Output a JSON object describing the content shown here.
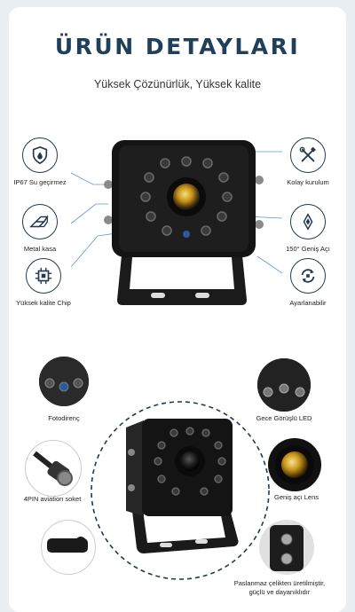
{
  "page": {
    "title": "ÜRÜN DETAYLARI",
    "subtitle": "Yüksek Çözünürlük, Yüksek kalite"
  },
  "features_left": [
    {
      "icon": "water-shield-icon",
      "label": "IP67 Su geçirmez"
    },
    {
      "icon": "metal-bars-icon",
      "label": "Metal kasa"
    },
    {
      "icon": "chip-icon",
      "label": "Yüksek kalite Chip"
    }
  ],
  "features_right": [
    {
      "icon": "tools-icon",
      "label": "Kolay kurulum"
    },
    {
      "icon": "angle-icon",
      "label": "150° Geniş Açı"
    },
    {
      "icon": "rotate-icon",
      "label": "Ayarlanabilir"
    }
  ],
  "detail_photos": [
    {
      "label": "Fotodirenç"
    },
    {
      "label": "Gece Görüşlü LED"
    },
    {
      "label": "4PIN aviation soket"
    },
    {
      "label": "Geniş açı Lens"
    },
    {
      "label": "Paslanmaz çelikten üretilmiştir,"
    },
    {
      "label": "güçlü ve dayanıklıdır"
    }
  ],
  "colors": {
    "navy": "#1f3f5b",
    "accent": "#3f86c9",
    "lens": "#d4a017"
  }
}
